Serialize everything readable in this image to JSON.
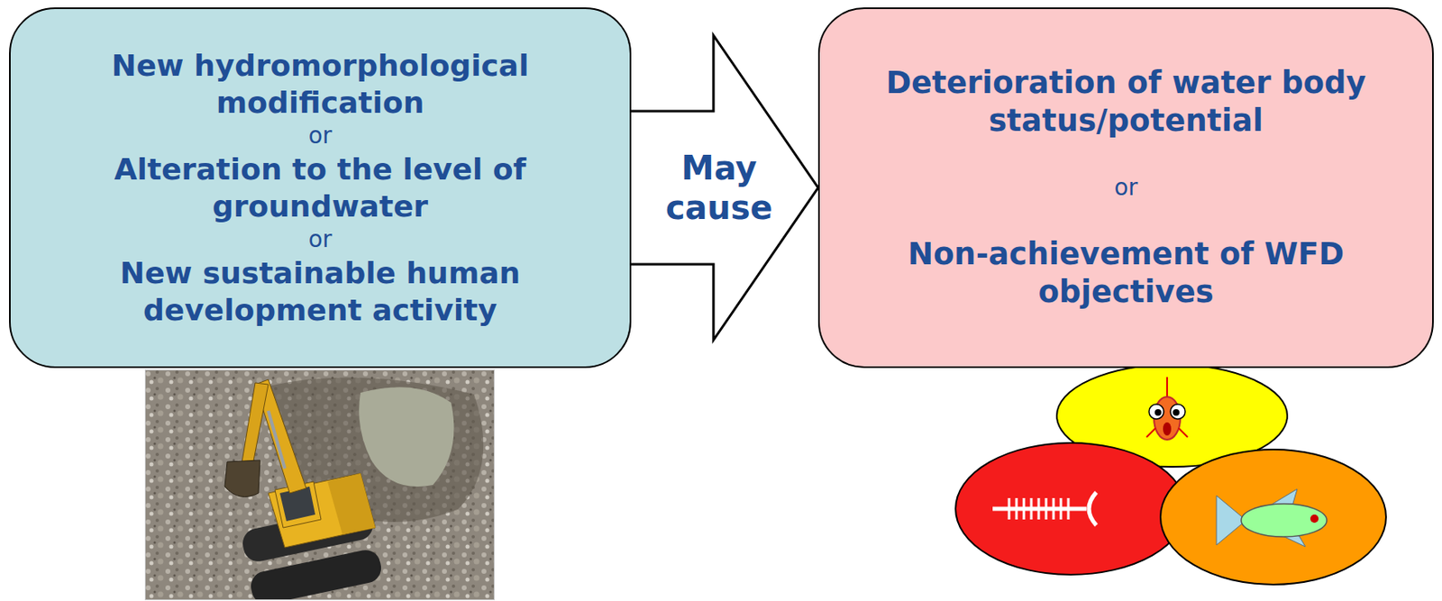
{
  "diagram": {
    "nodes": [
      {
        "text": [
          "New hydromorphological modification",
          "or",
          "Alteration to the level of groundwater",
          "or",
          "New sustainable human development activity"
        ]
      },
      {
        "text": [
          "Deterioration of water body status/potential",
          "or",
          "Non-achievement of WFD objectives"
        ]
      }
    ],
    "edges": [
      {
        "from": 0,
        "to": 1,
        "label": "May cause",
        "arrow": "to"
      }
    ]
  }
}
